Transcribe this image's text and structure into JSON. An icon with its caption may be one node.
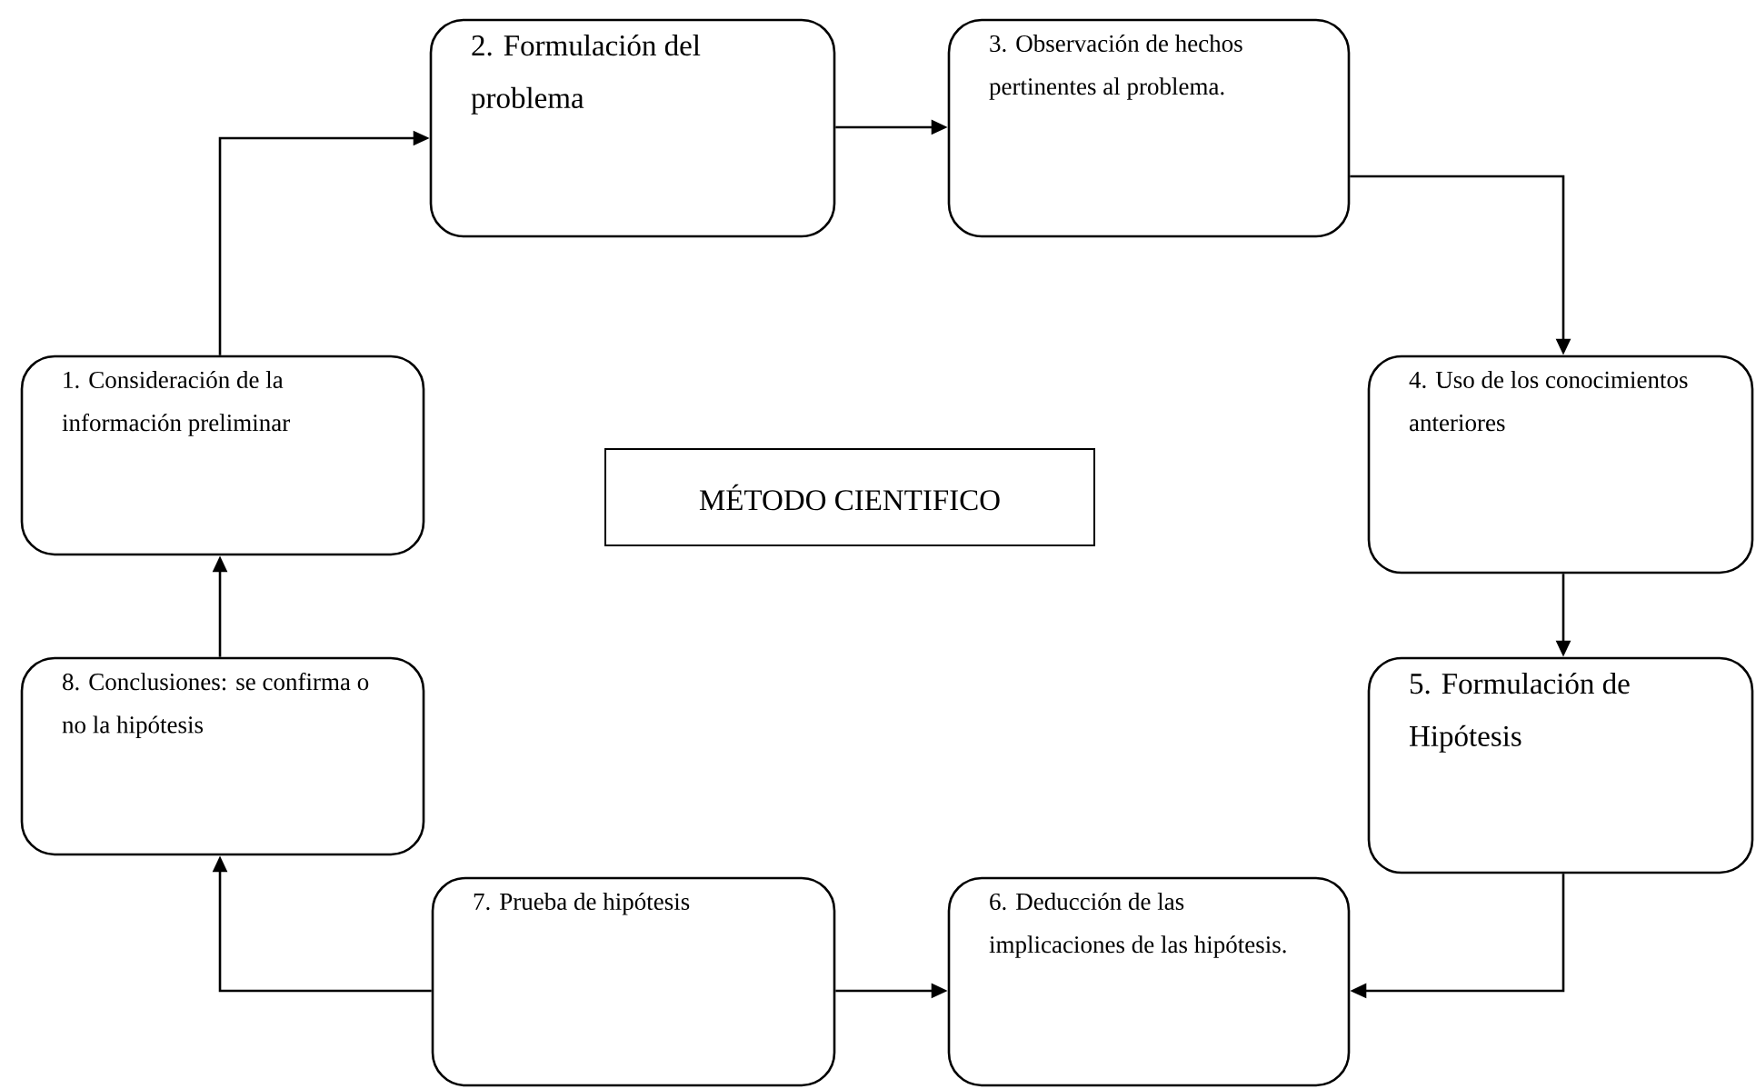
{
  "diagram": {
    "nodes": [
      {
        "text": [
          "1. Consideración de la información preliminar"
        ]
      },
      {
        "text": [
          "2. Formulación del problema"
        ]
      },
      {
        "text": [
          "3. Observación de hechos pertinentes al problema."
        ]
      },
      {
        "text": [
          "4. Uso de los conocimientos anteriores"
        ]
      },
      {
        "text": [
          "5. Formulación de Hipótesis"
        ]
      },
      {
        "text": [
          "6. Deducción de las implicaciones de las hipótesis."
        ]
      },
      {
        "text": [
          "7. Prueba de hipótesis"
        ]
      },
      {
        "text": [
          "8. Conclusiones: se confirma o no la hipótesis"
        ]
      },
      {
        "text": [
          "MÉTODO CIENTIFICO"
        ]
      }
    ],
    "edges": [
      {
        "from": 0,
        "to": 1,
        "arrow": "to"
      },
      {
        "from": 1,
        "to": 2,
        "arrow": "to"
      },
      {
        "from": 2,
        "to": 3,
        "arrow": "to"
      },
      {
        "from": 3,
        "to": 4,
        "arrow": "to"
      },
      {
        "from": 4,
        "to": 5,
        "arrow": "to"
      },
      {
        "from": 6,
        "to": 5,
        "arrow": "to"
      },
      {
        "from": 6,
        "to": 7,
        "arrow": "to"
      },
      {
        "from": 7,
        "to": 0,
        "arrow": "to"
      }
    ]
  }
}
